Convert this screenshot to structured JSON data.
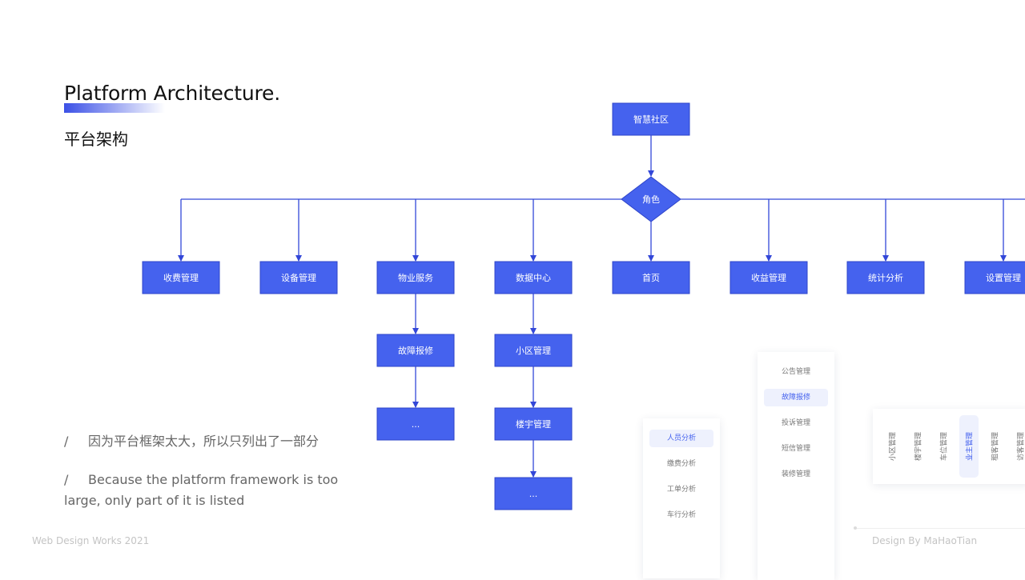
{
  "header": {
    "title_en": "Platform Architecture.",
    "title_cn": "平台架构"
  },
  "notes": {
    "slash": "/",
    "cn": "因为平台框架太大，所以只列出了一部分",
    "en_line1": "Because the platform framework is too",
    "en_line2": "large, only part of it is listed"
  },
  "footer": {
    "left": "Web Design Works 2021",
    "right": "Design By MaHaoTian"
  },
  "diagram": {
    "root": "智慧社区",
    "role": "角色",
    "modules": [
      "收费管理",
      "设备管理",
      "物业服务",
      "数据中心",
      "首页",
      "收益管理",
      "统计分析",
      "设置管理"
    ],
    "wuye_children": [
      "故障报修",
      "..."
    ],
    "shuju_children": [
      "小区管理",
      "楼宇管理",
      "..."
    ]
  },
  "panels": {
    "analysis_menu": {
      "items": [
        "人员分析",
        "缴费分析",
        "工单分析",
        "车行分析"
      ],
      "active_index": 0
    },
    "service_menu": {
      "items": [
        "公告管理",
        "故障报修",
        "投诉管理",
        "短信管理",
        "装修管理"
      ],
      "active_index": 1
    },
    "vertical_tabs": {
      "items": [
        "小区管理",
        "楼宇管理",
        "车位管理",
        "业主管理",
        "租客管理",
        "访客管理"
      ],
      "active_index": 3
    }
  },
  "colors": {
    "accent": "#4562ee",
    "line": "#3347d8",
    "active_bg": "#eef1fd"
  }
}
